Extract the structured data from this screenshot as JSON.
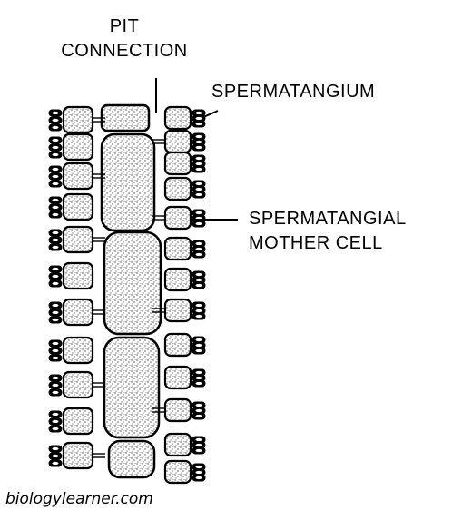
{
  "labels": {
    "pit_connection_line1": "PIT",
    "pit_connection_line2": "CONNECTION",
    "spermatangium": "SPERMATANGIUM",
    "mother_cell_line1": "SPERMATANGIAL",
    "mother_cell_line2": "MOTHER CELL"
  },
  "watermark": "biologylearner.com",
  "colors": {
    "ink": "#000000",
    "background": "#ffffff"
  }
}
